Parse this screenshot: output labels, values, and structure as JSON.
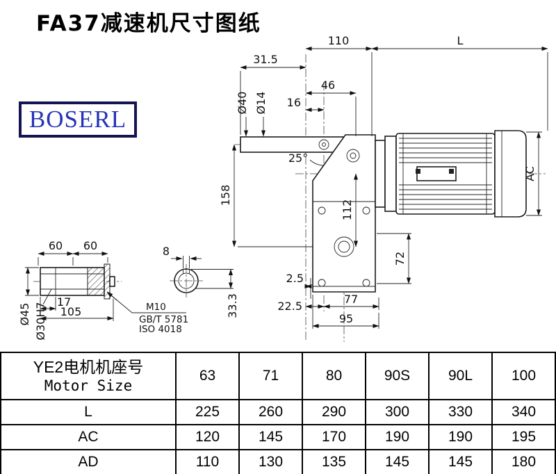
{
  "page": {
    "title": "FA37减速机尺寸图纸"
  },
  "logo": {
    "text": "BOSERL",
    "border_color": "#141452",
    "text_color": "#2633b8"
  },
  "drawing": {
    "dims": {
      "d110": "110",
      "dL": "L",
      "d31_5": "31.5",
      "d46": "46",
      "d16": "16",
      "dia40": "Ø40",
      "dia14": "Ø14",
      "deg25": "25°",
      "d158": "158",
      "d112": "112",
      "dAC": "AC",
      "d72": "72",
      "d2_5": "2.5",
      "d22_5": "22.5",
      "d77": "77",
      "d95": "95",
      "d60a": "60",
      "d60b": "60",
      "d8": "8",
      "dia45": "Ø45",
      "dia30h7": "Ø30H7",
      "d17": "17",
      "d105": "105",
      "m10": "M10",
      "gbt": "GB/T 5781",
      "iso": "ISO 4018",
      "d33_3": "33.3"
    }
  },
  "table": {
    "header": {
      "col0_line1": "YE2电机机座号",
      "col0_line2": "Motor Size",
      "cols": [
        "63",
        "71",
        "80",
        "90S",
        "90L",
        "100"
      ]
    },
    "rows": [
      {
        "label": "L",
        "values": [
          "225",
          "260",
          "290",
          "300",
          "330",
          "340"
        ]
      },
      {
        "label": "AC",
        "values": [
          "120",
          "145",
          "170",
          "190",
          "190",
          "195"
        ]
      },
      {
        "label": "AD",
        "values": [
          "110",
          "130",
          "135",
          "145",
          "145",
          "180"
        ]
      }
    ]
  }
}
